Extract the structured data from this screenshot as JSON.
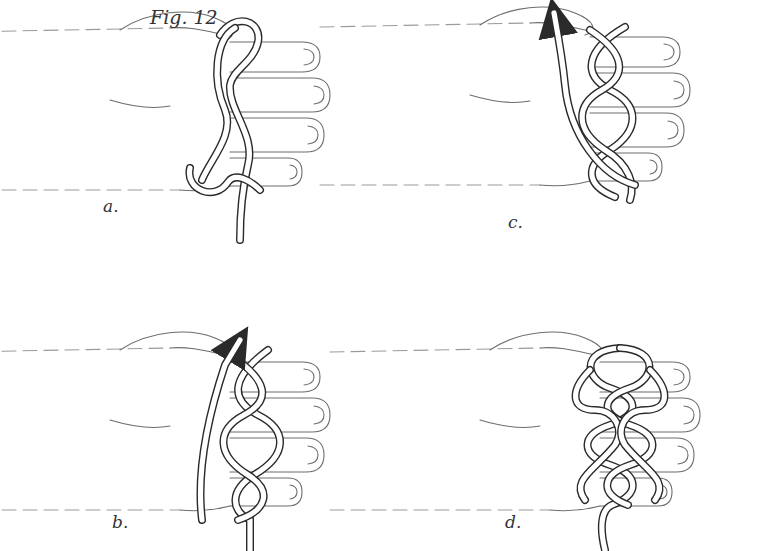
{
  "diagram": {
    "labels": [
      "Fig. 12",
      "a.",
      "c.",
      "b.",
      "d."
    ]
  }
}
